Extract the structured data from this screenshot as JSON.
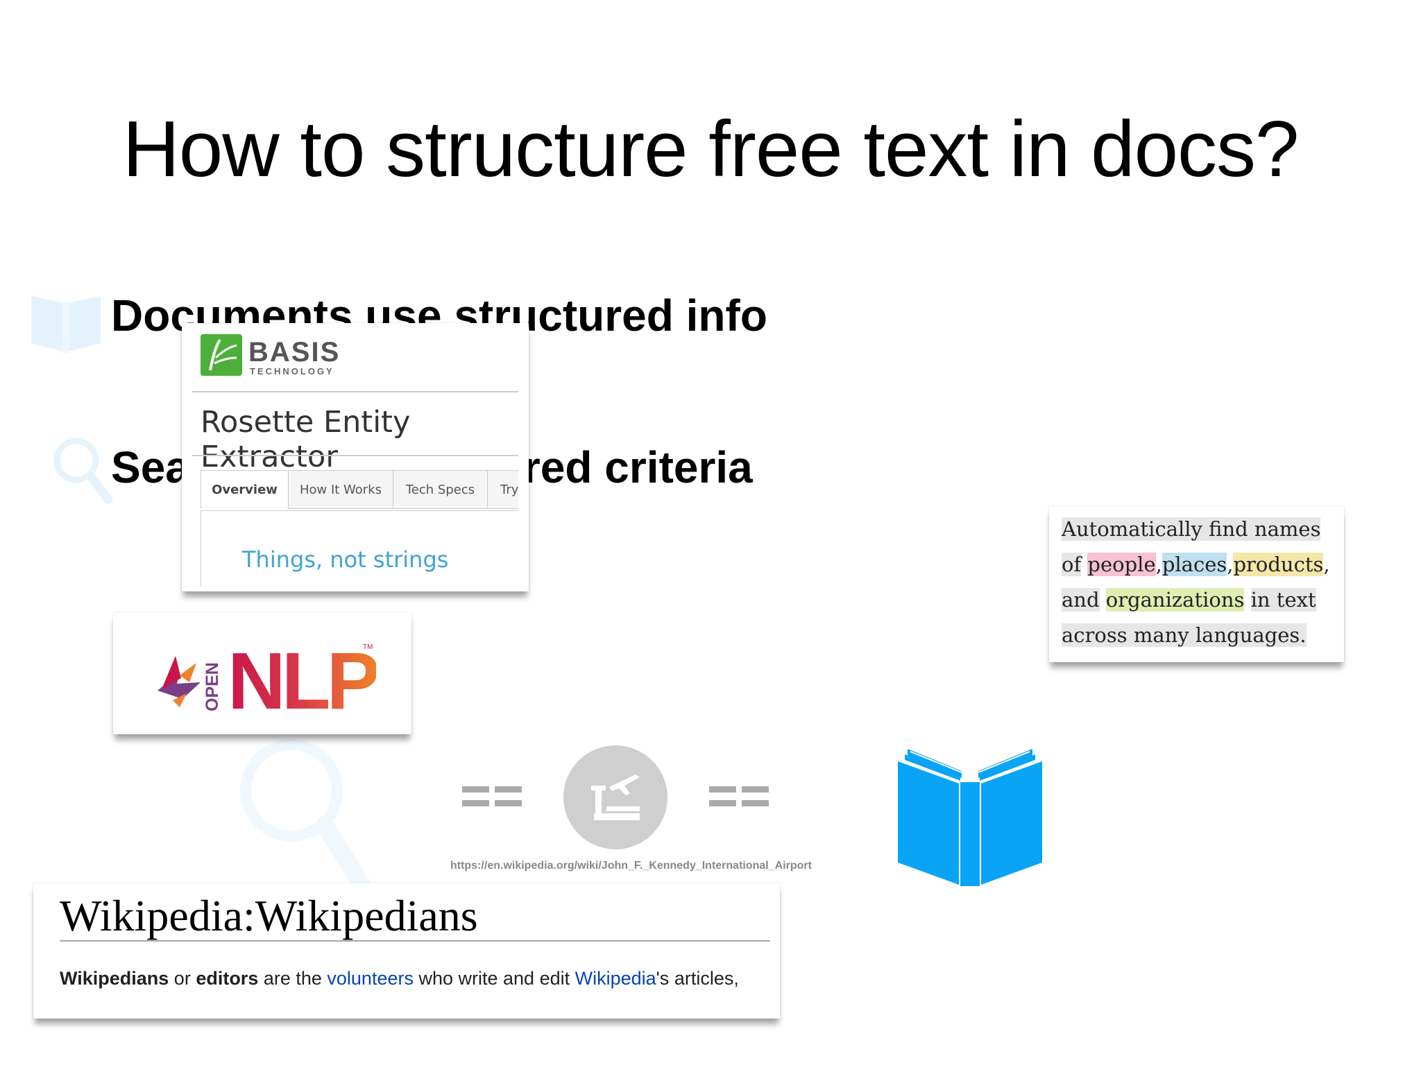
{
  "slide": {
    "title": "How to structure free text in docs?",
    "bullets": [
      {
        "text": "Documents use structured info",
        "icon": "book-icon"
      },
      {
        "text": "Search with structured criteria",
        "icon": "magnifier-icon"
      }
    ]
  },
  "basis": {
    "brand": "BASIS",
    "brand_sub": "TECHNOLOGY",
    "product": "Rosette Entity Extractor",
    "tabs": [
      "Overview",
      "How It Works",
      "Tech Specs",
      "Try"
    ],
    "active_tab": "Overview",
    "tagline": "Things, not strings",
    "logo_color": "#4caf3a"
  },
  "opennlp": {
    "open": "OPEN",
    "nlp": "NLP",
    "tm": "TM",
    "colors": {
      "primary": "#c8164a",
      "accent": "#f0812a",
      "bird": "#7a3f86"
    }
  },
  "highlight": {
    "line1": "Automatically find names",
    "of": "of",
    "people": "people",
    "comma1": ",",
    "places": "places",
    "comma2": ",",
    "products": "products",
    "comma3": ",",
    "and": "and",
    "organizations": "organizations",
    "in_text": "in text",
    "line4": "across many languages.",
    "colors": {
      "people": "#f6c2d4",
      "places": "#bfe0ef",
      "products": "#f5e7a8",
      "organizations": "#dfefb3"
    }
  },
  "equation": {
    "left_symbol": "==",
    "right_symbol": "==",
    "center_icon": "airport-icon",
    "right_icon": "open-book-icon",
    "url": "https://en.wikipedia.org/wiki/John_F._Kennedy_International_Airport",
    "book_color": "#0aa4f6"
  },
  "wikipedia": {
    "title": "Wikipedia:Wikipedians",
    "body": {
      "t1": "Wikipedians",
      "t2": " or ",
      "t3": "editors",
      "t4": " are the ",
      "t5": "volunteers",
      "t6": " who write and edit ",
      "t7": "Wikipedia",
      "t8": "'s articles,"
    },
    "link_color": "#0645ad"
  }
}
